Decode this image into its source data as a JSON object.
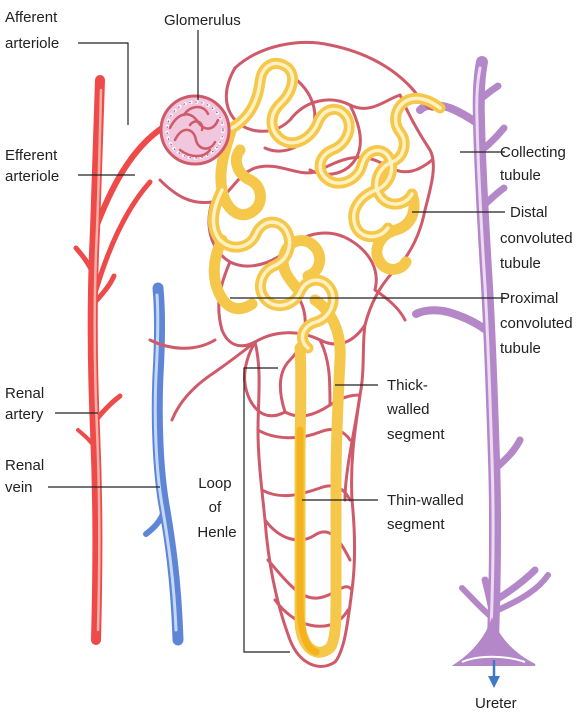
{
  "labels": {
    "afferent_arteriole": [
      "Afferent",
      "arteriole"
    ],
    "glomerulus": [
      "Glomerulus"
    ],
    "efferent_arteriole": [
      "Efferent",
      "arteriole"
    ],
    "collecting_tubule": [
      "Collecting",
      "tubule"
    ],
    "distal_tubule": [
      "Distal",
      "convoluted",
      "tubule"
    ],
    "proximal_tubule": [
      "Proximal",
      "convoluted",
      "tubule"
    ],
    "renal_artery": [
      "Renal",
      "artery"
    ],
    "renal_vein": [
      "Renal",
      "vein"
    ],
    "thick_segment": [
      "Thick-",
      "walled",
      "segment"
    ],
    "thin_segment": [
      "Thin-walled",
      "segment"
    ],
    "loop_of_henle": [
      "Loop",
      "of",
      "Henle"
    ],
    "ureter": [
      "Ureter"
    ]
  },
  "colors": {
    "artery": "#ee4a4a",
    "artery_highlight": "#ffb3a8",
    "vein": "#5f86d6",
    "vein_highlight": "#c6d8f7",
    "capillary": "#cf5a6a",
    "tubule": "#f5c84c",
    "tubule_highlight": "#fff1c2",
    "thin_segment": "#f4b21d",
    "collecting_duct": "#b487c8",
    "collecting_highlight": "#ecdbf3",
    "glomerulus_fill": "#f1c7dd",
    "ureter_arrow": "#3f78c4",
    "leader_line": "#222222"
  }
}
